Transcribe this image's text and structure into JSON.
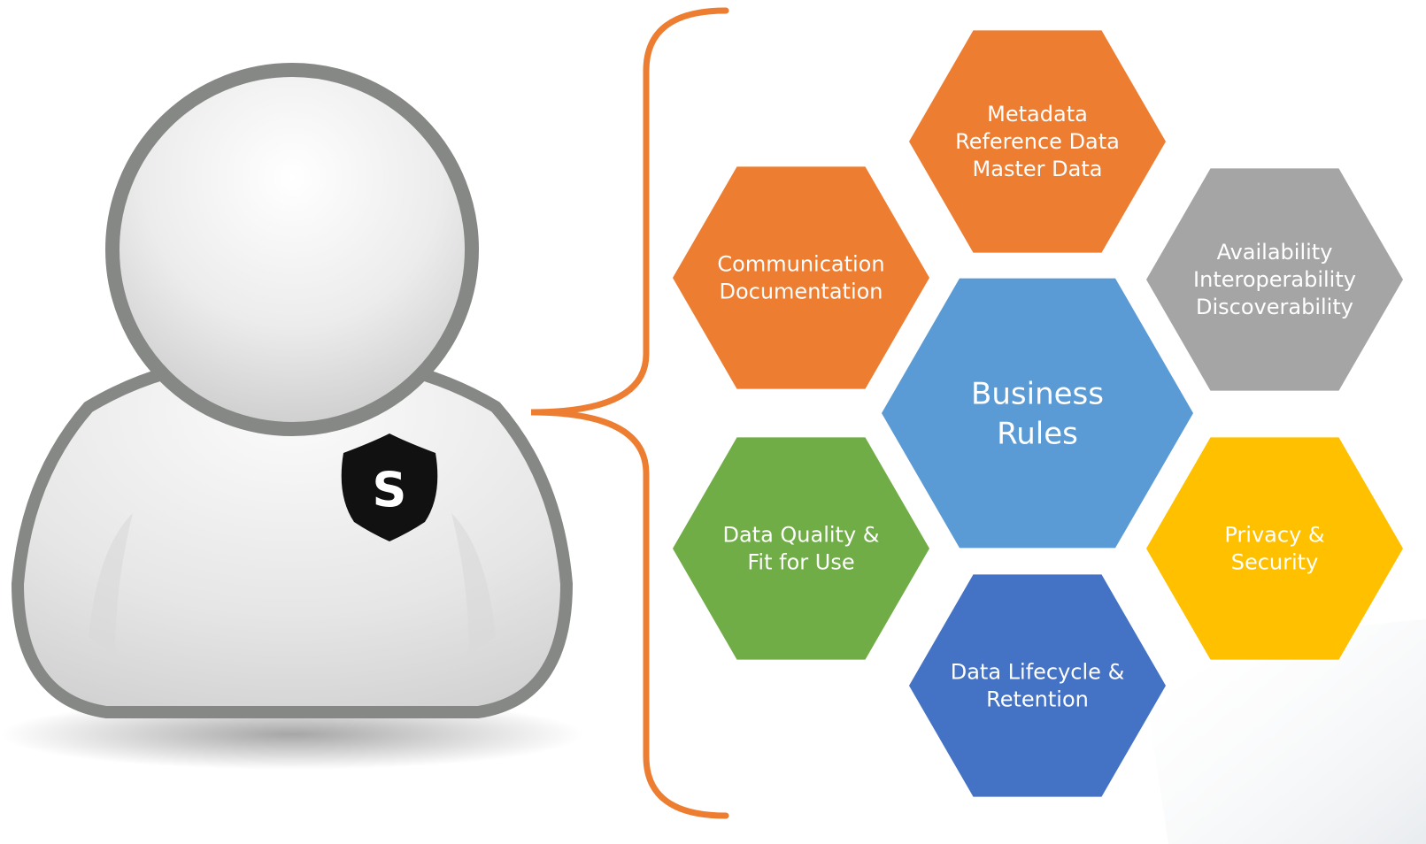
{
  "diagram": {
    "steward_badge": {
      "letter": "S",
      "icon": "sheriff-badge-icon"
    },
    "center": {
      "lines": [
        "Business",
        "Rules"
      ],
      "color": "#5B9BD5"
    },
    "hexagons": [
      {
        "id": "metadata",
        "lines": [
          "Metadata",
          "Reference Data",
          "Master Data"
        ],
        "color": "#ED7D31"
      },
      {
        "id": "communication",
        "lines": [
          "Communication",
          "Documentation"
        ],
        "color": "#ED7D31"
      },
      {
        "id": "availability",
        "lines": [
          "Availability",
          "Interoperability",
          "Discoverability"
        ],
        "color": "#A5A5A5"
      },
      {
        "id": "data-quality",
        "lines": [
          "Data Quality &",
          "Fit for Use"
        ],
        "color": "#70AD47"
      },
      {
        "id": "privacy",
        "lines": [
          "Privacy &",
          "Security"
        ],
        "color": "#FFC000"
      },
      {
        "id": "lifecycle",
        "lines": [
          "Data Lifecycle &",
          "Retention"
        ],
        "color": "#4472C4"
      }
    ],
    "brace_color": "#ED7D31"
  }
}
